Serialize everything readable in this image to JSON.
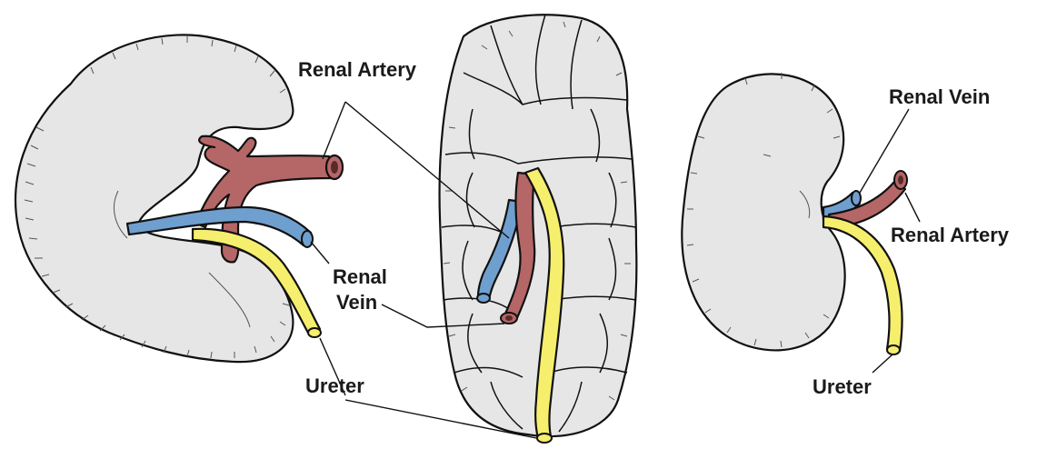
{
  "colors": {
    "kidney": "#e6e6e6",
    "artery": "#b56667",
    "vein": "#6f9fcf",
    "ureter": "#f6ef6e",
    "outline": "#111111"
  },
  "labels": {
    "left_renal_artery": "Renal Artery",
    "center_renal_vein_line1": "Renal",
    "center_renal_vein_line2": "Vein",
    "center_ureter": "Ureter",
    "right_renal_vein": "Renal Vein",
    "right_renal_artery": "Renal Artery",
    "right_ureter": "Ureter"
  }
}
